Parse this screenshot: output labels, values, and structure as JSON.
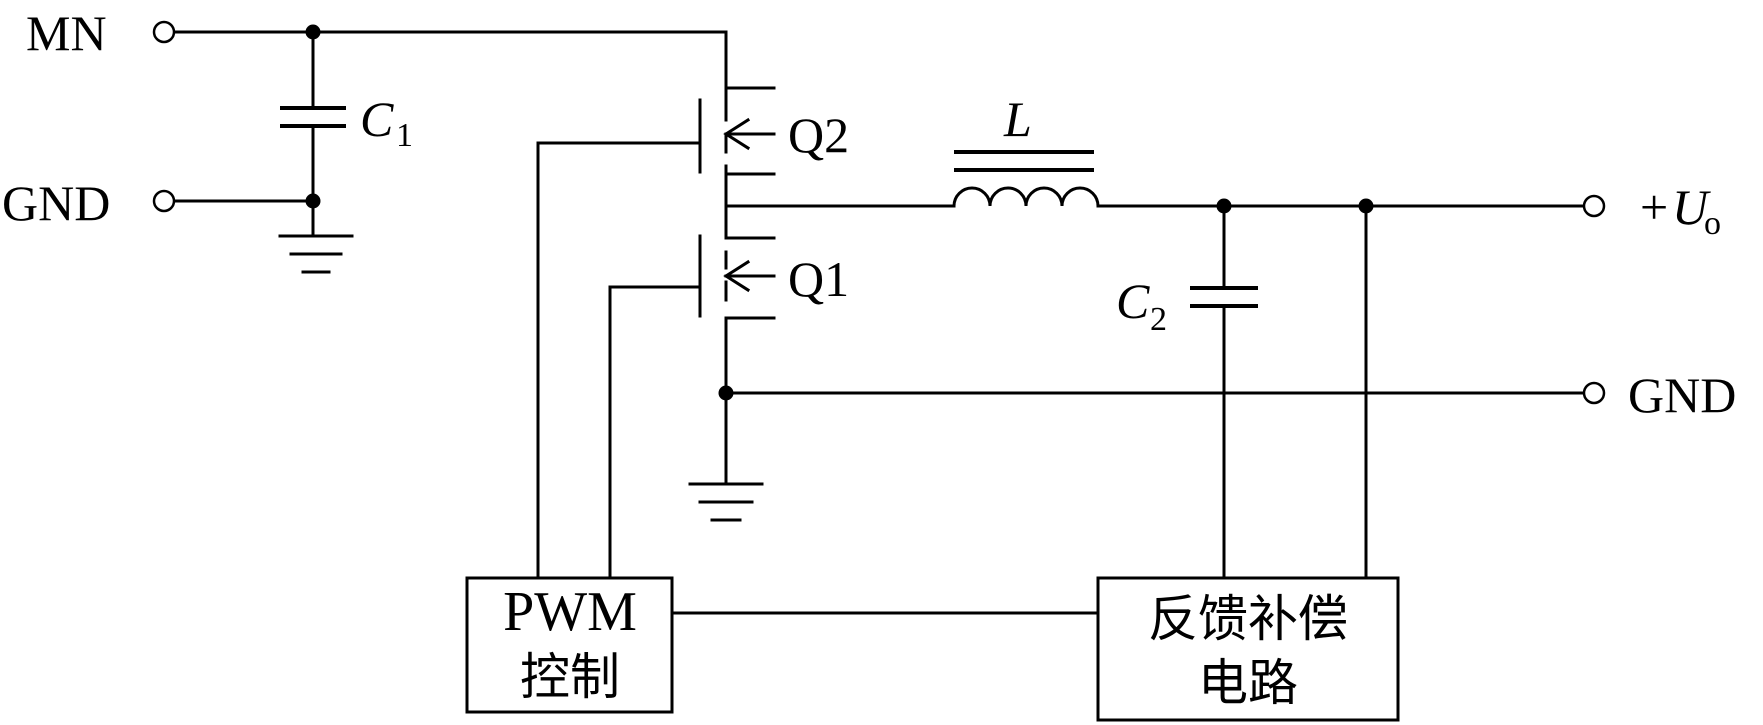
{
  "terminals": {
    "input_mn": "MN",
    "input_gnd": "GND",
    "output_plus_prefix": "+",
    "output_plus_var": "U",
    "output_plus_sub": "o",
    "output_gnd": "GND"
  },
  "components": {
    "c1_letter": "C",
    "c1_sub": "1",
    "c2_letter": "C",
    "c2_sub": "2",
    "inductor": "L",
    "q2": "Q2",
    "q1": "Q1"
  },
  "blocks": {
    "pwm_line1": "PWM",
    "pwm_line2": "控制",
    "feedback_line1": "反馈补偿",
    "feedback_line2": "电路"
  }
}
